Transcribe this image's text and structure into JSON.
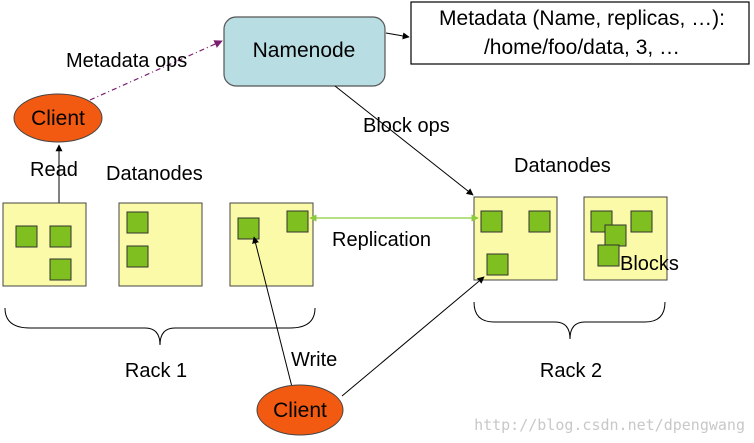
{
  "namenode": {
    "label": "Namenode"
  },
  "metadata": {
    "line1": "Metadata (Name, replicas, …):",
    "line2": "/home/foo/data, 3, …"
  },
  "edges": {
    "metadata_ops": "Metadata ops",
    "block_ops": "Block ops",
    "read": "Read",
    "write": "Write",
    "replication": "Replication"
  },
  "clients": {
    "top": "Client",
    "bottom": "Client"
  },
  "groups": {
    "datanodes_left": "Datanodes",
    "datanodes_right": "Datanodes",
    "rack1": "Rack 1",
    "rack2": "Rack 2",
    "blocks": "Blocks"
  },
  "watermark": "http://blog.csdn.net/dpengwang",
  "colors": {
    "namenode_fill": "#b8dde2",
    "datanode_fill": "#fafaa8",
    "block_fill": "#7fbf1f",
    "client_fill": "#f25a12",
    "metadata_arrow": "#7b1f6f",
    "replication_arrow": "#8ccc3c"
  },
  "icons": {
    "arrowhead": "arrowhead-icon"
  }
}
